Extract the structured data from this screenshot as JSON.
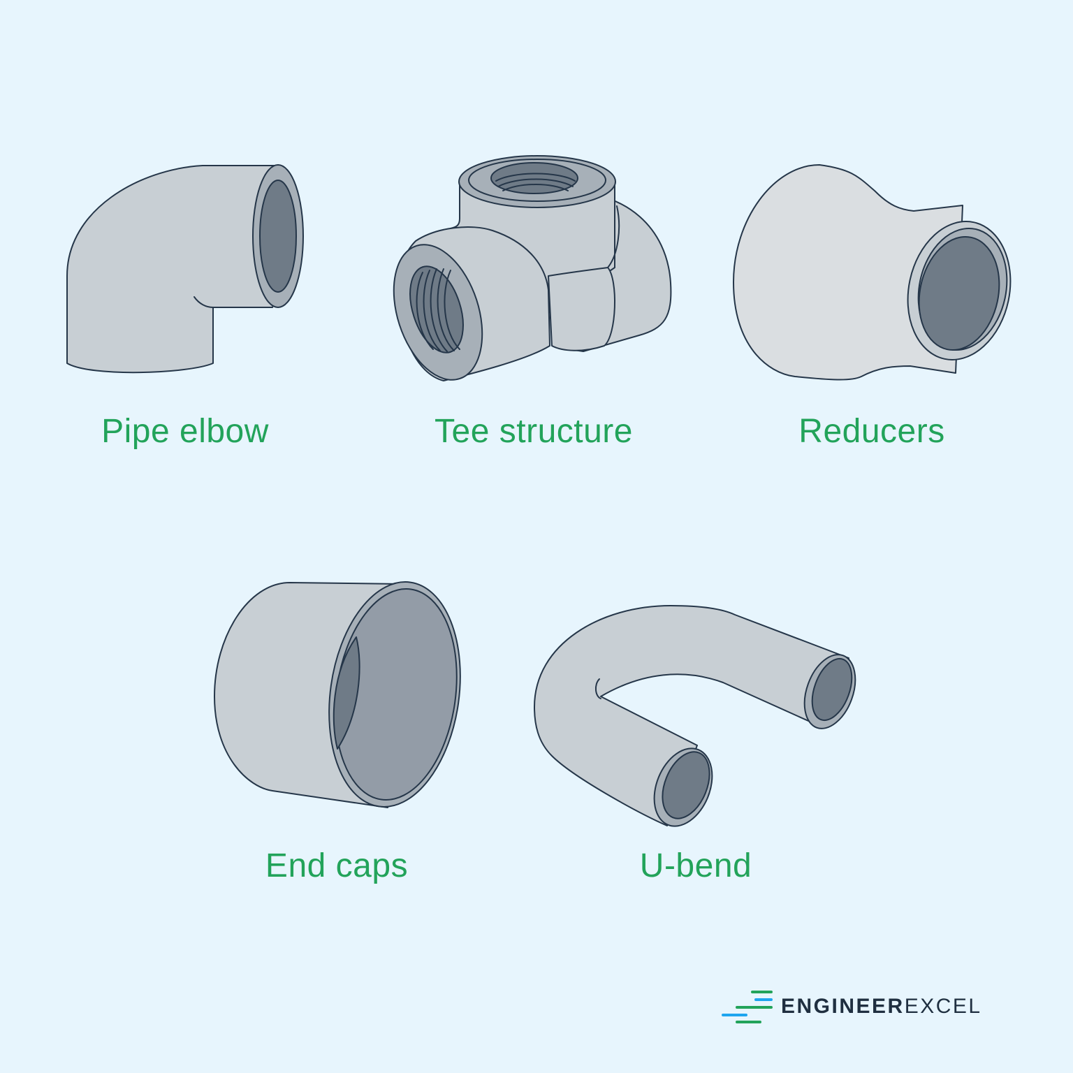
{
  "fittings": [
    {
      "id": "pipe-elbow",
      "label": "Pipe elbow"
    },
    {
      "id": "tee-structure",
      "label": "Tee structure"
    },
    {
      "id": "reducers",
      "label": "Reducers"
    },
    {
      "id": "end-caps",
      "label": "End caps"
    },
    {
      "id": "u-bend",
      "label": "U-bend"
    }
  ],
  "brand": {
    "name_bold": "ENGINEER",
    "name_light": "EXCEL"
  },
  "colors": {
    "background": "#e7f5fd",
    "label_green": "#22a35a",
    "outline": "#253649",
    "body_gray": "#c8cfd4",
    "rim_gray": "#a7b0b8",
    "inner_dark": "#6f7b87",
    "brand_blue": "#1ea5ef",
    "brand_green": "#22a35a"
  }
}
